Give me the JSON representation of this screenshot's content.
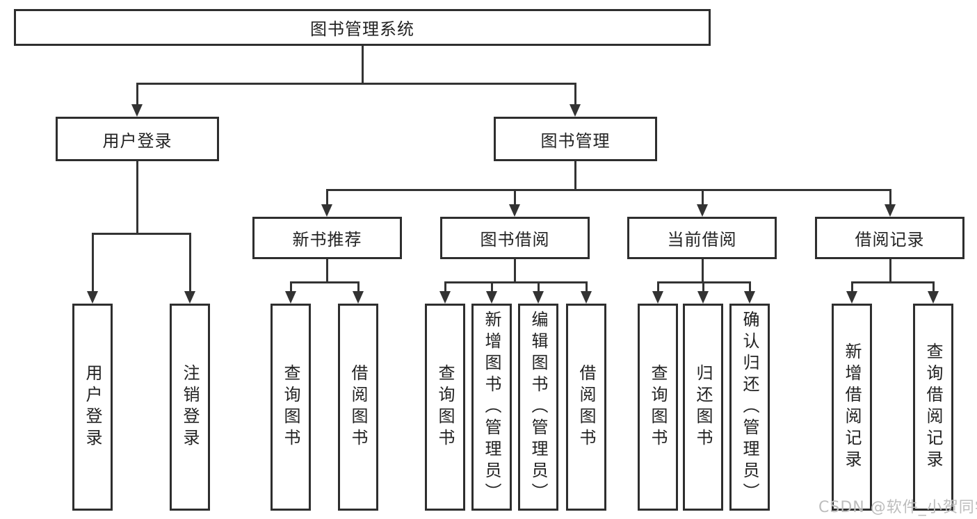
{
  "diagram": {
    "root": {
      "label": "图书管理系统"
    },
    "level2": [
      {
        "label": "用户登录"
      },
      {
        "label": "图书管理"
      }
    ],
    "level3": [
      {
        "label": "新书推荐",
        "parent": "图书管理"
      },
      {
        "label": "图书借阅",
        "parent": "图书管理"
      },
      {
        "label": "当前借阅",
        "parent": "图书管理"
      },
      {
        "label": "借阅记录",
        "parent": "图书管理"
      }
    ],
    "leaves": [
      {
        "label": "用户登录",
        "parent": "用户登录"
      },
      {
        "label": "注销登录",
        "parent": "用户登录"
      },
      {
        "label": "查询图书",
        "parent": "新书推荐"
      },
      {
        "label": "借阅图书",
        "parent": "新书推荐"
      },
      {
        "label": "查询图书",
        "parent": "图书借阅"
      },
      {
        "label": "新增图书（管理员）",
        "parent": "图书借阅"
      },
      {
        "label": "编辑图书（管理员）",
        "parent": "图书借阅"
      },
      {
        "label": "借阅图书",
        "parent": "图书借阅"
      },
      {
        "label": "查询图书",
        "parent": "当前借阅"
      },
      {
        "label": "归还图书",
        "parent": "当前借阅"
      },
      {
        "label": "确认归还（管理员）",
        "parent": "当前借阅"
      },
      {
        "label": "新增借阅记录",
        "parent": "借阅记录"
      },
      {
        "label": "查询借阅记录",
        "parent": "借阅记录"
      }
    ],
    "watermark": "CSDN @软件_小贺同学"
  },
  "colors": {
    "line": "#333333",
    "box_border": "#2e2e2e",
    "text": "#222222",
    "watermark": "#bdbdbd",
    "background": "#ffffff"
  }
}
